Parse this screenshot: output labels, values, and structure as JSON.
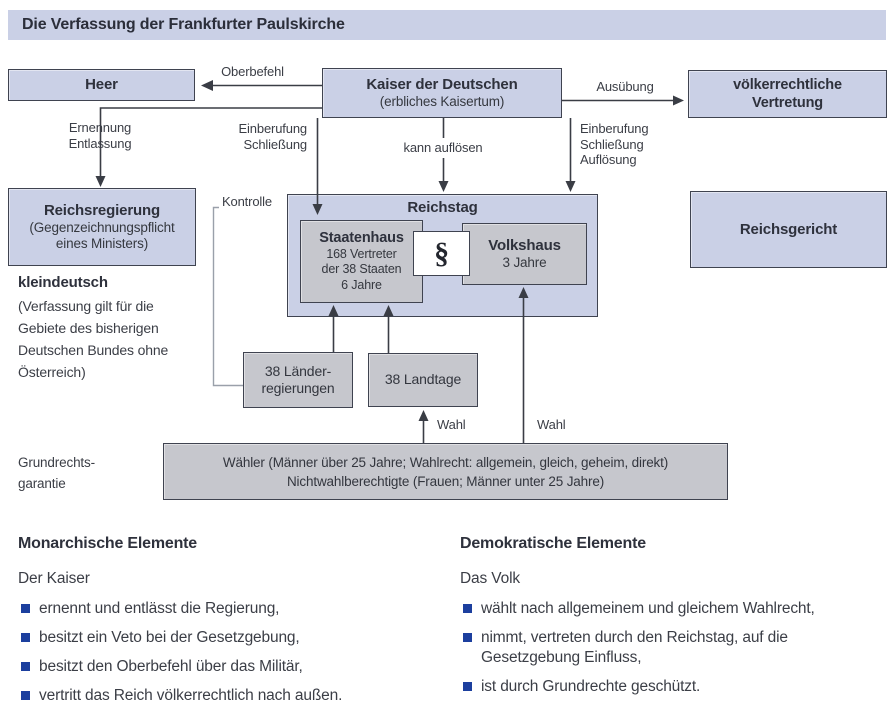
{
  "title": "Die Verfassung der Frankfurter Paulskirche",
  "colors": {
    "accent_periwinkle": "#cad0e6",
    "box_gray": "#c6c7cd",
    "border": "#3f4350",
    "line": "#3a3d45",
    "kontrolle_line": "#9aa0aa",
    "bullet_blue": "#1c3f9e"
  },
  "diagram": {
    "boxes": {
      "heer": {
        "label": "Heer"
      },
      "kaiser": {
        "title": "Kaiser der Deutschen",
        "subtitle": "(erbliches Kaisertum)"
      },
      "voelkerrechtliche_vertretung": {
        "lines": [
          "völkerrechtliche",
          "Vertretung"
        ]
      },
      "reichsregierung": {
        "title": "Reichsregierung",
        "subtitle_lines": [
          "(Gegenzeichnungspflicht",
          "eines Ministers)"
        ]
      },
      "reichsgericht": {
        "label": "Reichsgericht"
      },
      "reichstag": {
        "title": "Reichstag",
        "staatenhaus": {
          "title": "Staatenhaus",
          "lines": [
            "168 Vertreter",
            "der 38 Staaten",
            "6 Jahre"
          ]
        },
        "paragraph_symbol": "§",
        "volkshaus": {
          "title": "Volkshaus",
          "subtitle": "3 Jahre"
        }
      },
      "laenderregierungen": {
        "lines": [
          "38 Länder-",
          "regierungen"
        ]
      },
      "landtage": {
        "label": "38 Landtage"
      },
      "waehler": {
        "lines": [
          "Wähler (Männer über 25 Jahre; Wahlrecht: allgemein, gleich, geheim, direkt)",
          "Nichtwahlberechtigte (Frauen; Männer unter 25 Jahre)"
        ]
      }
    },
    "edge_labels": {
      "oberbefehl": "Oberbefehl",
      "ausuebung": "Ausübung",
      "ernennung_entlassung": [
        "Ernennung",
        "Entlassung"
      ],
      "einberufung_schliessung": [
        "Einberufung",
        "Schließung"
      ],
      "kann_aufloesen": "kann auflösen",
      "einberufung_schliessung_aufloesung": [
        "Einberufung",
        "Schließung",
        "Auflösung"
      ],
      "kontrolle": "Kontrolle",
      "wahl_landtage": "Wahl",
      "wahl_volkshaus": "Wahl"
    },
    "notes": {
      "kleindeutsch": {
        "title": "kleindeutsch",
        "lines": [
          "(Verfassung gilt für die",
          "Gebiete des bisherigen",
          "Deutschen Bundes ohne",
          "Österreich)"
        ]
      },
      "grundrechtsgarantie": {
        "lines": [
          "Grundrechts-",
          "garantie"
        ]
      }
    }
  },
  "bottom": {
    "left": {
      "heading": "Monarchische Elemente",
      "subject": "Der Kaiser",
      "bullets": [
        "ernennt und entlässt die Regierung,",
        "besitzt ein Veto bei der Gesetzgebung,",
        "besitzt den Oberbefehl über das Militär,",
        "vertritt das Reich völkerrechtlich nach außen."
      ]
    },
    "right": {
      "heading": "Demokratische Elemente",
      "subject": "Das Volk",
      "bullets": [
        "wählt nach allgemeinem und gleichem Wahlrecht,",
        "nimmt, vertreten durch den Reichstag, auf die Gesetzgebung Einfluss,",
        "ist durch Grundrechte geschützt."
      ]
    }
  }
}
